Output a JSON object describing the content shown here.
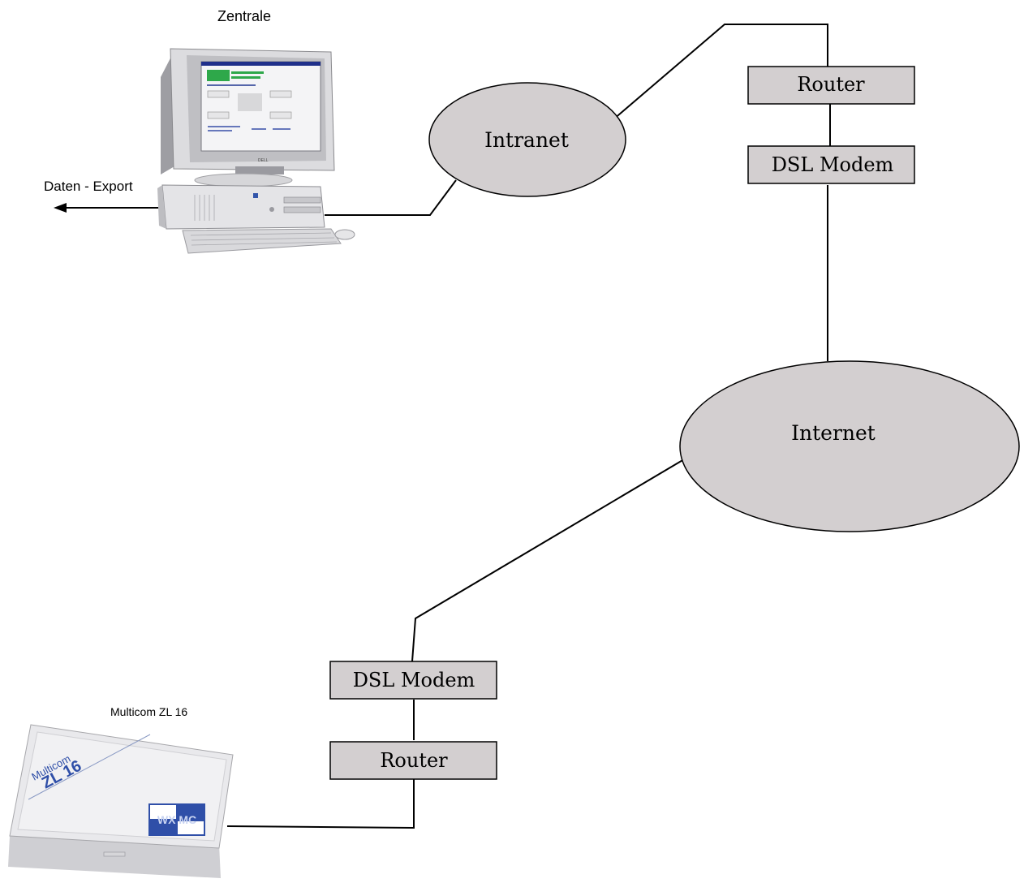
{
  "labels": {
    "central": "Zentrale",
    "export": "Daten - Export",
    "device": "Multicom ZL 16"
  },
  "nodes": {
    "intranet": "Intranet",
    "internet": "Internet",
    "router_top": "Router",
    "modem_top": "DSL Modem",
    "modem_bottom": "DSL Modem",
    "router_bottom": "Router"
  },
  "device": {
    "brand": "Multicom",
    "model": "ZL 16",
    "logo": "WX MC"
  },
  "monitor_brand": "DELL",
  "colors": {
    "node_fill": "#d3cfd0",
    "wire": "#000000",
    "screen_green": "#2ea84a",
    "logo_blue": "#2f4fa8"
  }
}
